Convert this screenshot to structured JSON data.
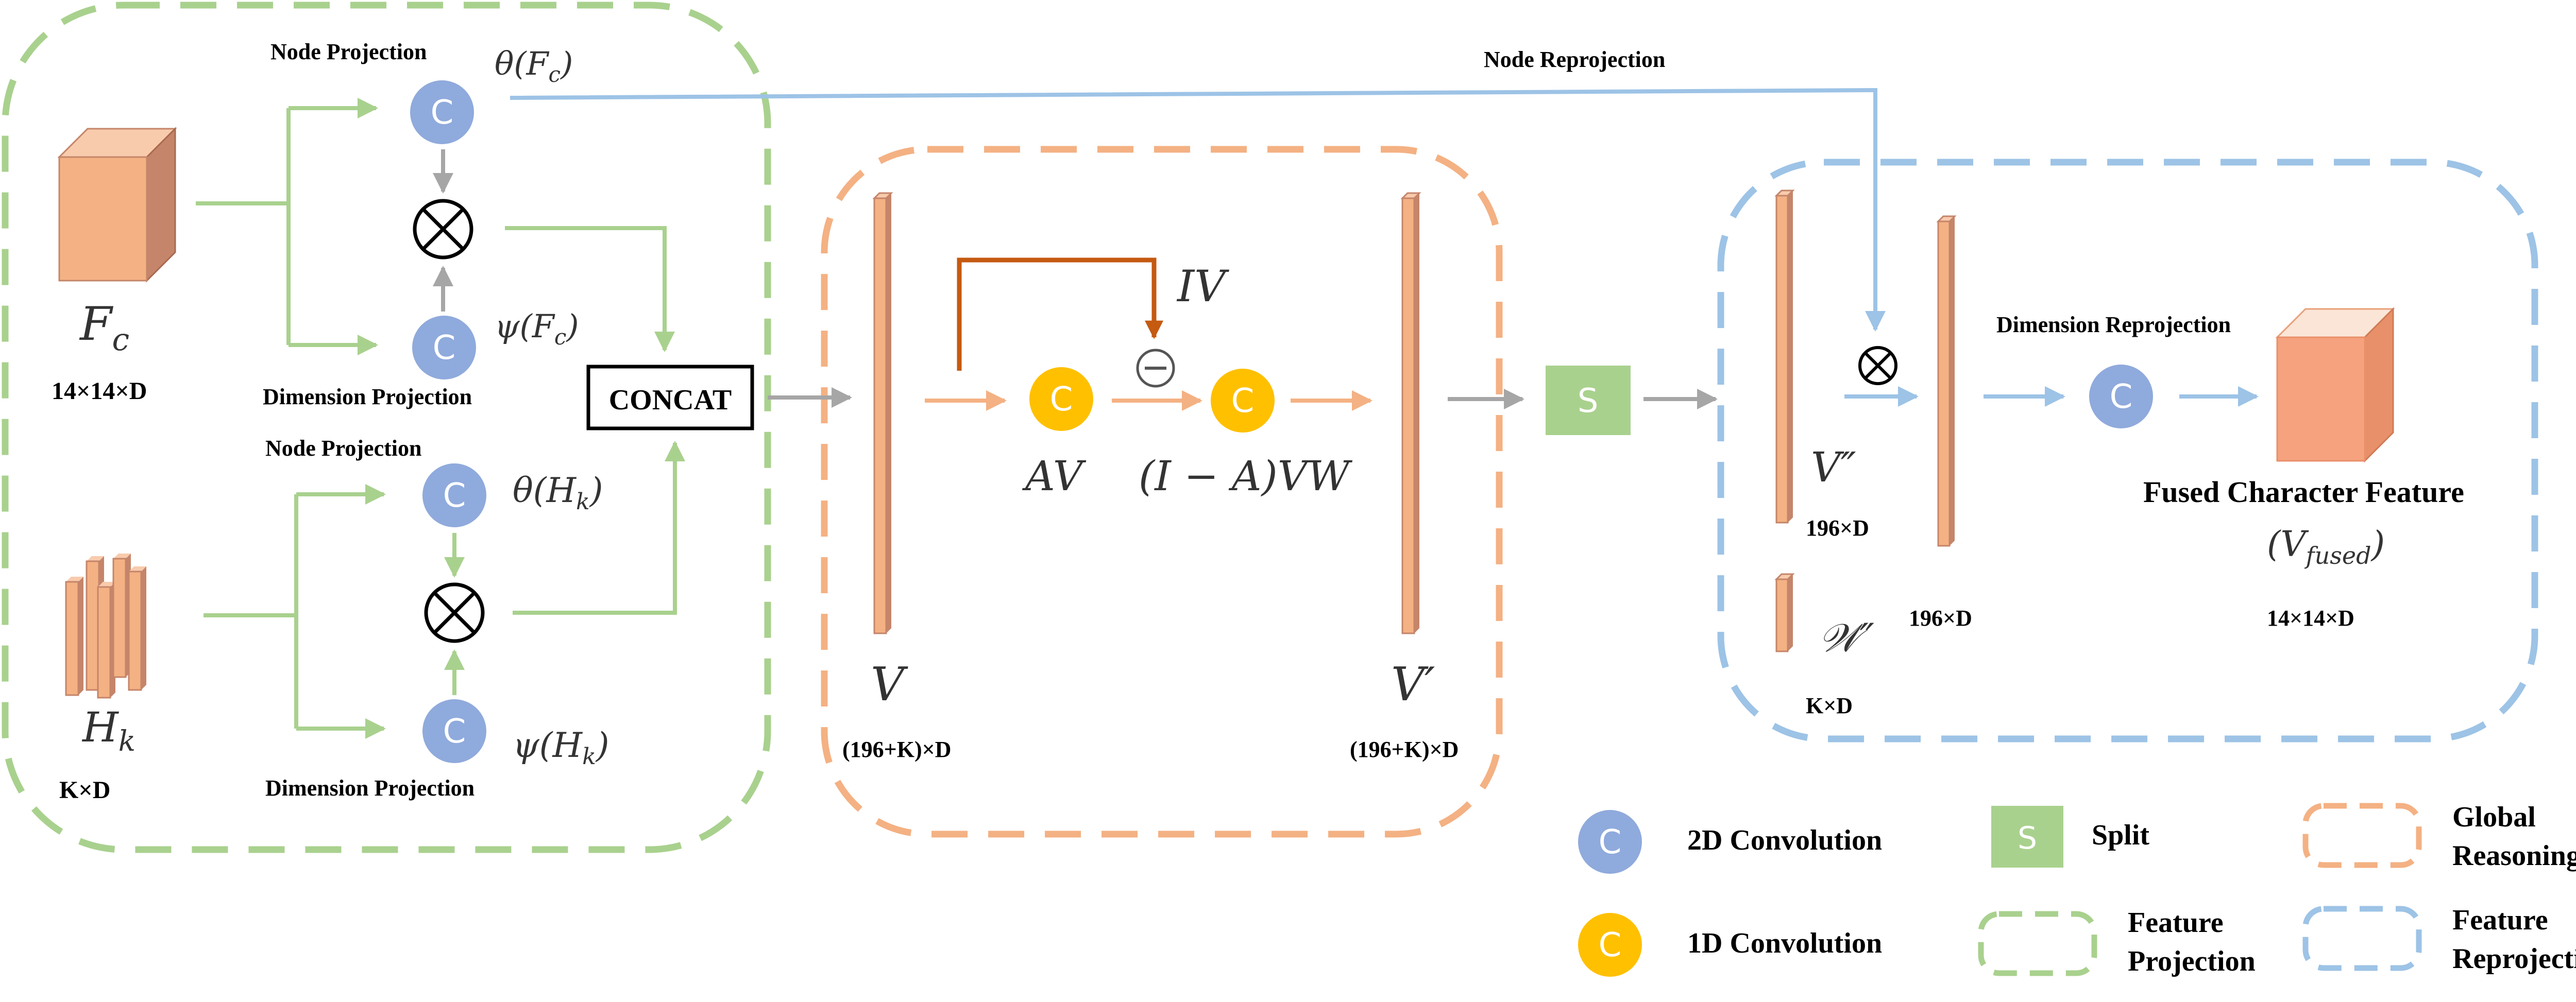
{
  "colors": {
    "green": "#a9d18e",
    "orange": "#f4b183",
    "blue": "#9dc3e6",
    "conv2d": "#8faadc",
    "conv1d": "#ffc000",
    "split": "#a9d18e",
    "gray": "#a6a6a6",
    "dark_orange": "#c55a11"
  },
  "projection": {
    "fc_label": "F",
    "fc_sub": "c",
    "fc_dim": "14×14×D",
    "hk_label": "H",
    "hk_sub": "k",
    "hk_dim": "K×D",
    "node_projection_1": "Node Projection",
    "node_projection_2": "Node Projection",
    "dim_projection_1": "Dimension Projection",
    "dim_projection_2": "Dimension Projection",
    "theta_fc": "θ(F",
    "theta_fc_sub": "c",
    "psi_fc": "ψ(F",
    "psi_fc_sub": "c",
    "theta_hk": "θ(H",
    "theta_hk_sub": "k",
    "psi_hk": "ψ(H",
    "psi_hk_sub": "k",
    "close_paren": ")",
    "concat": "CONCAT",
    "conv_glyph": "C"
  },
  "reasoning": {
    "v_label": "V",
    "v_dim": "(196+K)×D",
    "v_prime_label": "V′",
    "v_prime_dim": "(196+K)×D",
    "iv": "IV",
    "av": "AV",
    "iavw": "(I − A)VW",
    "minus": "−"
  },
  "reprojection": {
    "node_reprojection": "Node Reprojection",
    "split_glyph": "S",
    "v_dd_label": "V″",
    "v_dd_dim": "196×D",
    "w_dd_label": "𝒲″",
    "w_dd_dim": "K×D",
    "mid_dim": "196×D",
    "dimension_reprojection": "Dimension Reprojection",
    "fused_title": "Fused Character Feature",
    "fused_label": "(V",
    "fused_sub": "fused",
    "fused_dim": "14×14×D"
  },
  "legend": {
    "conv2d": "2D Convolution",
    "conv1d": "1D Convolution",
    "split": "Split",
    "feature_projection_1": "Feature",
    "feature_projection_2": "Projection",
    "global_reasoning_1": "Global",
    "global_reasoning_2": "Reasoning",
    "feature_reprojection_1": "Feature",
    "feature_reprojection_2": "Reprojection"
  }
}
